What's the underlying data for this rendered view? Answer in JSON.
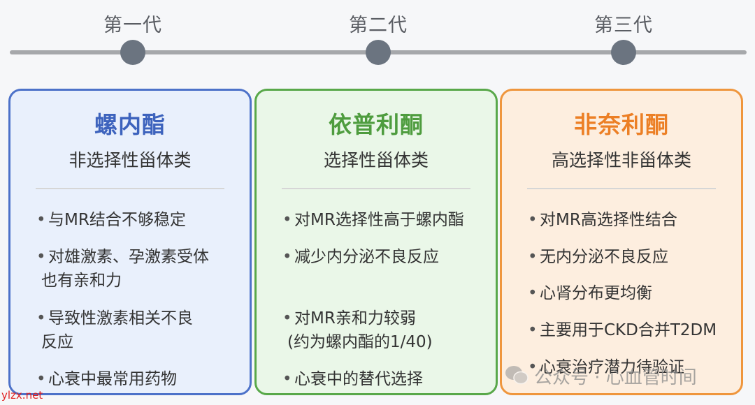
{
  "timeline": {
    "generations": [
      "第一代",
      "第二代",
      "第三代"
    ]
  },
  "cards": [
    {
      "title": "螺内酯",
      "subtitle": "非选择性甾体类",
      "bullets": [
        {
          "line1": "与MR结合不够稳定",
          "line2": ""
        },
        {
          "line1": "对雄激素、孕激素受体",
          "line2": "也有亲和力"
        },
        {
          "line1": "导致性激素相关不良",
          "line2": "反应"
        },
        {
          "line1": "心衰中最常用药物",
          "line2": ""
        }
      ]
    },
    {
      "title": "依普利酮",
      "subtitle": "选择性甾体类",
      "bullets": [
        {
          "line1": "对MR选择性高于螺内酯",
          "line2": ""
        },
        {
          "line1": "减少内分泌不良反应",
          "line2": ""
        },
        {
          "line1": "对MR亲和力较弱",
          "line2": "(约为螺内酯的1/40)"
        },
        {
          "line1": "心衰中的替代选择",
          "line2": ""
        }
      ]
    },
    {
      "title": "非奈利酮",
      "subtitle": "高选择性非甾体类",
      "bullets": [
        {
          "line1": "对MR高选择性结合",
          "line2": ""
        },
        {
          "line1": "无内分泌不良反应",
          "line2": ""
        },
        {
          "line1": "心肾分布更均衡",
          "line2": ""
        },
        {
          "line1": "主要用于CKD合并T2DM",
          "line2": ""
        },
        {
          "line1": "心衰治疗潜力待验证",
          "line2": ""
        }
      ]
    }
  ],
  "watermark": {
    "text": "公众号 · 心血管时间",
    "site": "ylzx.net"
  }
}
